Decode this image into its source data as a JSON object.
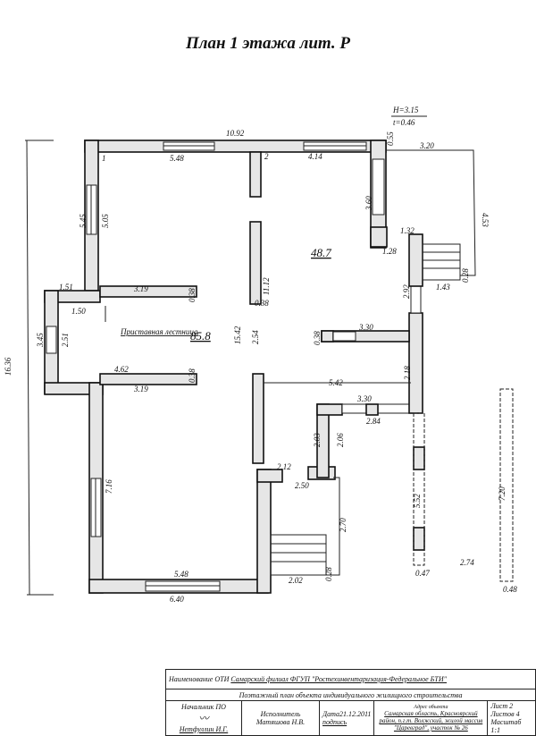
{
  "title": "План 1 этажа лит. Р",
  "height_info": {
    "H": "H=3.15",
    "t": "t=0.46"
  },
  "rooms": [
    {
      "number": "1",
      "area": "85.8"
    },
    {
      "number": "2",
      "area": "48.7"
    }
  ],
  "annotation": "Приставная лестница",
  "dimensions": {
    "overall_height": "16.36",
    "top_length": "10.92",
    "r1_top": "5.48",
    "r2_top": "4.14",
    "left_upper": "5.45",
    "left_upper_inner": "5.05",
    "jog_top": "1.51",
    "jog_inner": "1.50",
    "left_mid": "3.45",
    "left_mid_inner": "2.51",
    "part_upper": "3.19",
    "part_upper_t": "0.38",
    "part_lower_top": "4.62",
    "part_lower_bot": "3.19",
    "part_lower_t": "0.38",
    "room1_height": "15.42",
    "mid_wall": "11.12",
    "mid_wall_t": "0.38",
    "mid_door": "2.54",
    "left_lower": "7.16",
    "bottom_inner": "5.48",
    "bottom_outer": "6.40",
    "corner_t": "0.55",
    "veranda_top": "3.20",
    "veranda_side": "4.53",
    "r2_right": "3.60",
    "r2_step": "1.32",
    "r2_step_in": "1.28",
    "stair_w": "1.43",
    "stair_t": "0.28",
    "r2_right_low": "2.92",
    "part_r2": "3.30",
    "part_r2_t": "0.38",
    "r2_width": "5.42",
    "r2_right_bot": "2.18",
    "porch_top": "3.30",
    "porch_in": "2.84",
    "porch_l": "2.03",
    "porch_r": "2.06",
    "entry_a": "2.12",
    "entry_b": "2.50",
    "porch_depth": "2.70",
    "stair2_w": "2.02",
    "stair2_t": "0.28",
    "fence1": "5.52",
    "fence1_t": "0.47",
    "gap": "2.74",
    "fence2": "7.20",
    "fence2_t": "0.48"
  },
  "stamp": {
    "oti_label": "Наименование ОТИ",
    "oti_value": "Самарский филиал ФГУП \"Ростехинвентаризация-Федеральное БТИ\"",
    "doc_title": "Поэтажный план объекта индивидуального жилищного строительства",
    "chief_label": "Начальник ПО",
    "chief_name": "Нетфуллин И.Г.",
    "executor_label": "Исполнитель",
    "executor_name": "Матяшова Н.В.",
    "date": "Дата21.12.2011",
    "signature_label": "подпись",
    "address_label": "Адрес объекта",
    "address": "Самарская область, Красноярский район, п.г.т. Волжский, жилой массив \"Царевград\", участок № 26",
    "sheet": "Лист   2",
    "sheets": "Листов   4",
    "scale": "Масштаб 1:1"
  }
}
